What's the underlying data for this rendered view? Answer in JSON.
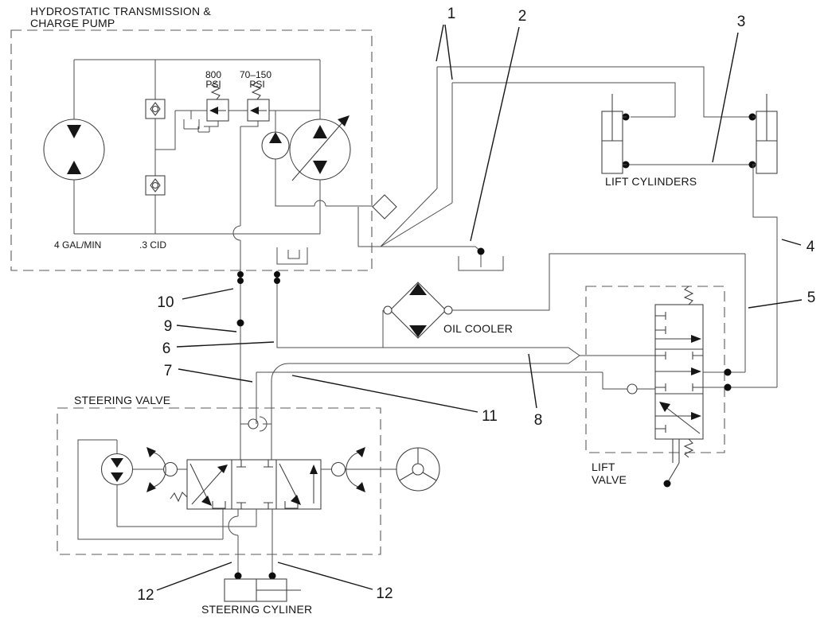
{
  "diagram": {
    "hydrostatic": {
      "title_line1": "HYDROSTATIC TRANSMISSION &",
      "title_line2": "CHARGE PUMP",
      "relief1_value": "800",
      "relief1_unit": "PSI",
      "relief2_value": "70–150",
      "relief2_unit": "PSI",
      "flow_rating": "4 GAL/MIN",
      "displacement": ".3 CID"
    },
    "lift_cylinders_label": "LIFT CYLINDERS",
    "oil_cooler_label": "OIL COOLER",
    "lift_valve_label_line1": "LIFT",
    "lift_valve_label_line2": "VALVE",
    "steering_valve_label": "STEERING VALVE",
    "steering_cylinder_label": "STEERING CYLINER",
    "callouts": {
      "c1": "1",
      "c2": "2",
      "c3": "3",
      "c4": "4",
      "c5": "5",
      "c6": "6",
      "c7": "7",
      "c8": "8",
      "c9": "9",
      "c10": "10",
      "c11": "11",
      "c12_left": "12",
      "c12_right": "12"
    }
  }
}
